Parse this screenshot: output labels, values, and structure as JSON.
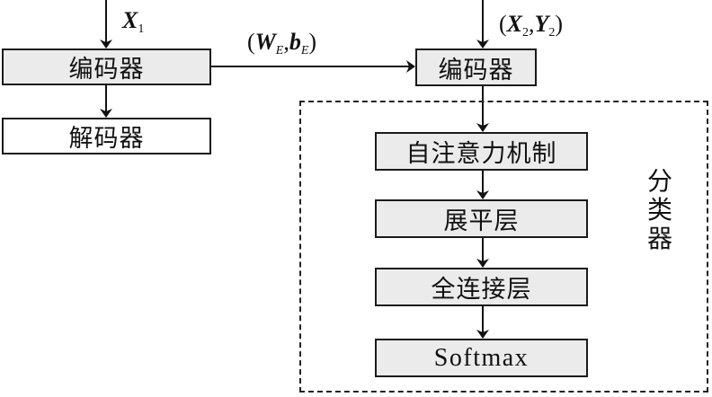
{
  "inputs": {
    "x1": {
      "symbol": "X",
      "subscript": "1"
    },
    "x2y2": {
      "open": "(",
      "x": "X",
      "x_sub": "2",
      "sep": ",",
      "y": "Y",
      "y_sub": "2",
      "close": ")"
    },
    "weights": {
      "open": "(",
      "w": "W",
      "w_sub": "E",
      "sep": ",",
      "b": "b",
      "b_sub": "E",
      "close": ")"
    }
  },
  "left_branch": {
    "encoder": "编码器",
    "decoder": "解码器"
  },
  "right_branch": {
    "encoder": "编码器",
    "classifier": {
      "label_chars": [
        "分",
        "类",
        "器"
      ],
      "layers": [
        "自注意力机制",
        "展平层",
        "全连接层",
        "Softmax"
      ]
    }
  },
  "colors": {
    "box_fill": "#ebebeb",
    "line": "#1a1a1a"
  }
}
